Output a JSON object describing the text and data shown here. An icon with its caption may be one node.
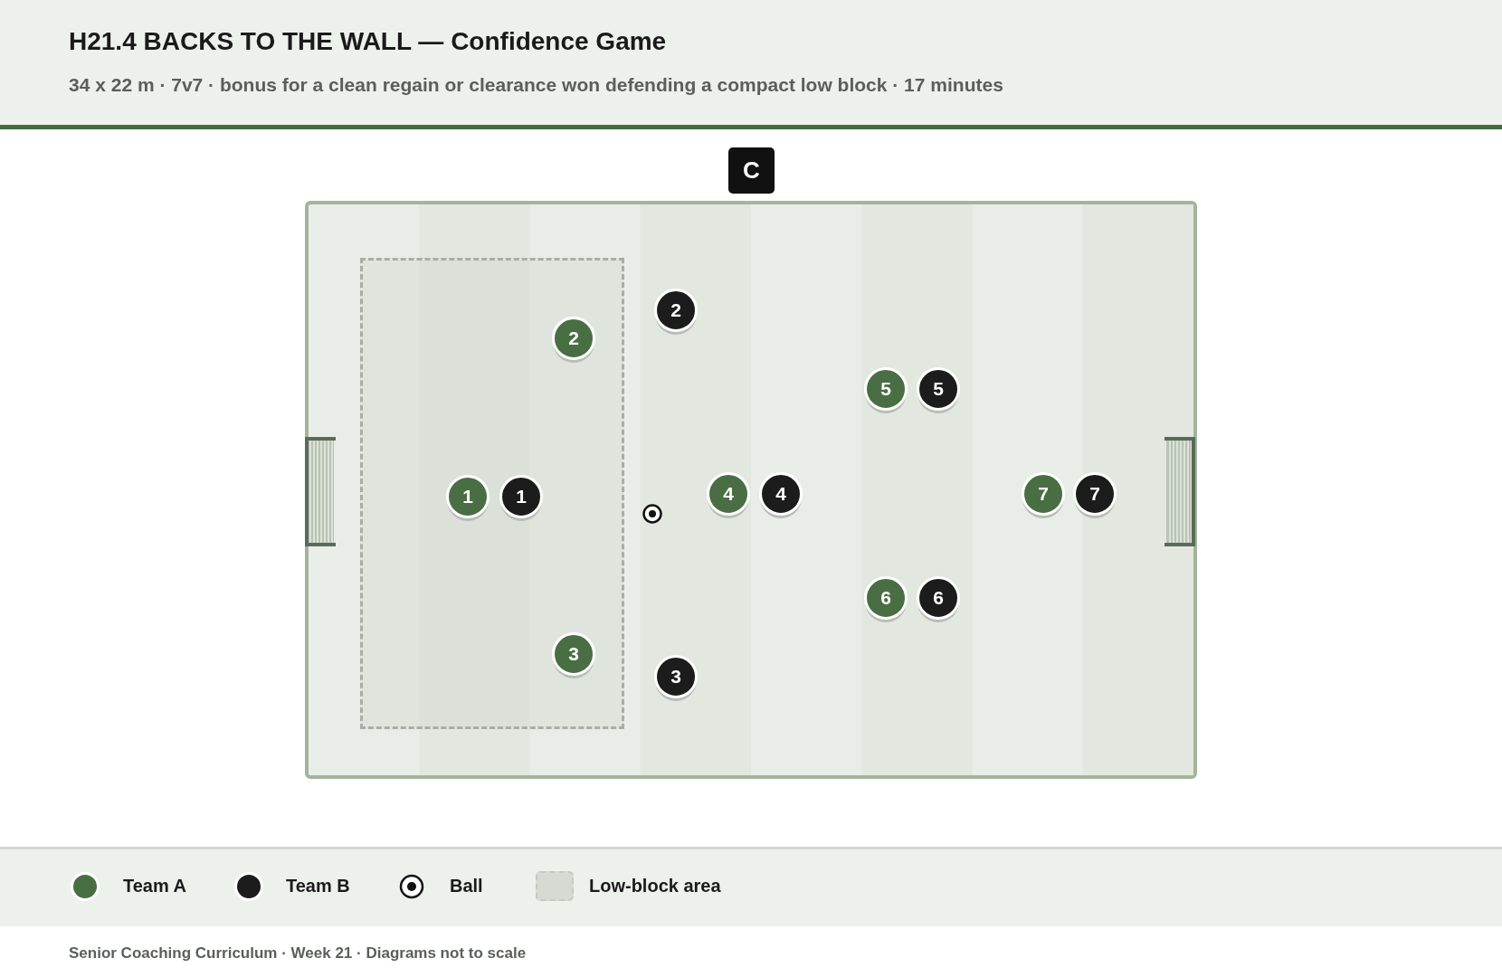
{
  "diagram": {
    "title": "H21.4 BACKS TO THE WALL — Confidence Game",
    "nodes": [
      {
        "text": [
          "C"
        ]
      },
      {
        "text": [],
        "shape": "box"
      },
      {
        "text": [],
        "shape": "box",
        "in": 1
      },
      {
        "text": [
          "2"
        ],
        "in": 1
      },
      {
        "text": [
          "2"
        ],
        "in": 2
      },
      {
        "text": [
          "5"
        ],
        "in": 1
      },
      {
        "text": [
          "5"
        ],
        "in": 1
      },
      {
        "text": [
          "1"
        ],
        "in": 2
      },
      {
        "text": [
          "1"
        ],
        "in": 2
      },
      {
        "text": [],
        "shape": "circle",
        "in": 1
      },
      {
        "text": [
          "4"
        ],
        "in": 1
      },
      {
        "text": [
          "4"
        ],
        "in": 1
      },
      {
        "text": [
          "7"
        ],
        "in": 1
      },
      {
        "text": [
          "7"
        ],
        "in": 1
      },
      {
        "text": [
          "6"
        ],
        "in": 1
      },
      {
        "text": [
          "6"
        ],
        "in": 1
      },
      {
        "text": [
          "3"
        ],
        "in": 2
      },
      {
        "text": [
          "3"
        ],
        "in": 1
      }
    ],
    "labels": [
      "34 x 22 m · 7v7 · bonus for a clean regain or clearance won defending a compact low block · 17 minutes"
    ],
    "legend": [
      {
        "text": "Team A",
        "color": "#4a6e44"
      },
      {
        "text": "Team B",
        "color": "#1c1c1c"
      },
      {
        "text": "Ball"
      },
      {
        "text": "Low-block area",
        "color": "#d5dbd2"
      }
    ],
    "caption": "Senior Coaching Curriculum · Week 21 · Diagrams not to scale"
  }
}
